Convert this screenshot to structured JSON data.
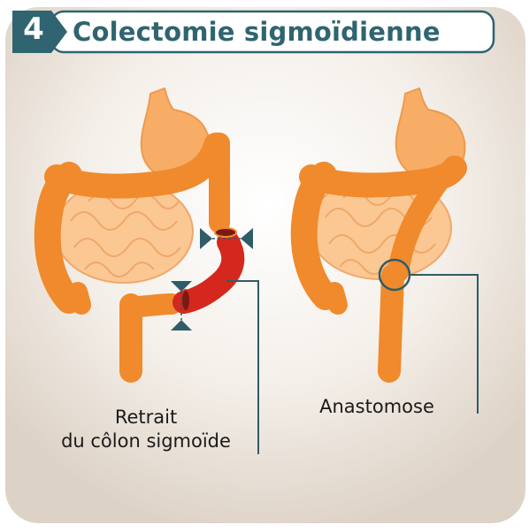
{
  "header": {
    "step_number": "4",
    "title": "Colectomie sigmoïdienne"
  },
  "panels": [
    {
      "caption_line1": "Retrait",
      "caption_line2": "du côlon sigmoïde"
    },
    {
      "caption": "Anastomose"
    }
  ],
  "colors": {
    "colon_orange": "#f08a2c",
    "small_intestine": "#fbc894",
    "stomach": "#f7ad66",
    "removed_segment_red": "#d4281e",
    "header_teal": "#2f6470",
    "callout_line": "#2f5c66",
    "card_background": "#e9e2d9"
  }
}
